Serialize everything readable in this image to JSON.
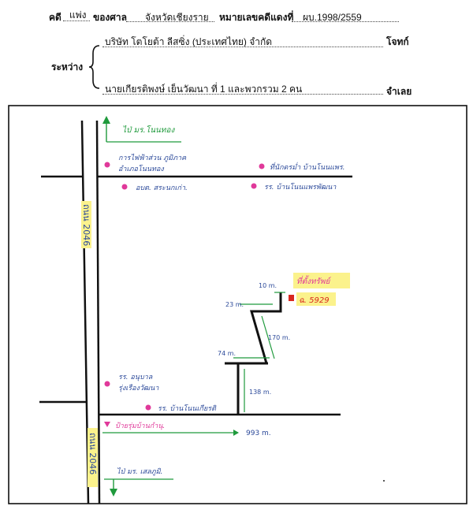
{
  "header": {
    "case_label": "คดี",
    "case_type": "แพ่ง",
    "court_label": "ของศาล",
    "court_name": "จังหวัดเชียงราย",
    "black_no_label": "หมายเลขคดีแดงที่",
    "black_no_value": "ผบ.1998/2559",
    "between_label": "ระหว่าง",
    "plaintiff_name": "บริษัท โตโยต้า ลีสซิ่ง (ประเทศไทย) จำกัด",
    "plaintiff_role": "โจทก์",
    "defendant_name": "นายเกียรติพงษ์ เย็นวัฒนา ที่ 1 และพวกรวม 2 คน",
    "defendant_role": "จำเลย"
  },
  "map": {
    "to_north": "ไป่ มร.โนนทอง",
    "landmark_1": "การไฟฟ้าส่วน ภูมิภาค",
    "landmark_1b": "อำเภอโนนทอง",
    "landmark_2": "ที่นักดรม่ำ บ้านโนนแพร.",
    "landmark_3": "อบต. สระนกเก่า.",
    "landmark_4": "รร. บ้านโนนแพรพัฒนา",
    "road_top": "ถนน 2046",
    "road_bottom": "ถนน 2046",
    "target_label": "ที่ตั้งทรัพย์",
    "parcel_no": "ฉ. 5929",
    "dist_10": "10 m.",
    "dist_23": "23 m.",
    "dist_170": "170 m.",
    "dist_74": "74 m.",
    "dist_138": "138 m.",
    "dist_993": "993 m.",
    "landmark_5": "รร. อนุบาล",
    "landmark_5b": "รุ่งเรืองวัฒนา",
    "landmark_6": "รร. บ้านโนนเกียรติ",
    "bus_stop": "ป้ายรุ่มบ้านกำนุ.",
    "to_south": "ไป่ มร. เสลภูมิ."
  },
  "colors": {
    "green": "#1f9a3c",
    "blue": "#2c4a9a",
    "pink": "#e0399a",
    "red": "#d8281f",
    "yellow_hl": "#fbf28c"
  }
}
